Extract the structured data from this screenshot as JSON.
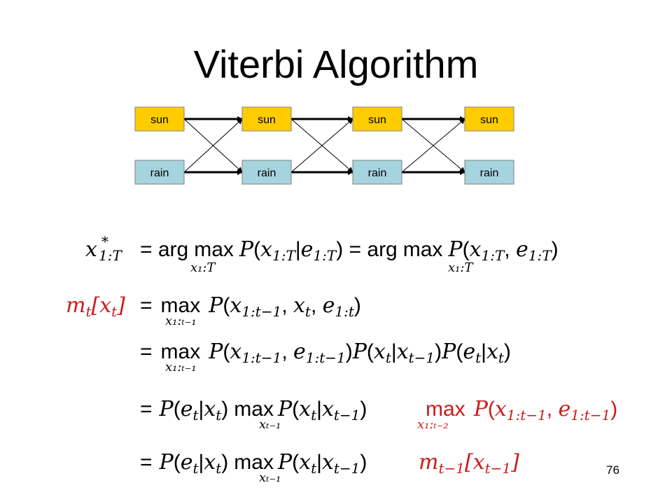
{
  "slide": {
    "title": "Viterbi Algorithm",
    "page_number": "76",
    "colors": {
      "sun_fill": "#ffcc00",
      "rain_fill": "#a5d4df",
      "highlight_red": "#cc1b1b"
    }
  },
  "trellis": {
    "states": [
      "sun",
      "rain"
    ],
    "columns": 4,
    "labels": {
      "sun": "sun",
      "rain": "rain"
    }
  },
  "equations": {
    "line1": {
      "lhs": "x*₁:T",
      "text1": "= arg max P(x₁:T|e₁:T) = arg max P(x₁:T, e₁:T)",
      "sub": "x₁:T"
    },
    "line2": {
      "lhs": "mₜ[xₜ]",
      "rhs": "= max P(x₁:ₜ₋₁, xₜ, e₁:ₜ)",
      "sub": "x₁:ₜ₋₁"
    },
    "line3": {
      "rhs": "= max P(x₁:ₜ₋₁, e₁:ₜ₋₁)P(xₜ|xₜ₋₁)P(eₜ|xₜ)",
      "sub": "x₁:ₜ₋₁"
    },
    "line4": {
      "rhs_black": "= P(eₜ|xₜ) max P(xₜ|xₜ₋₁)",
      "rhs_red": "max P(x₁:ₜ₋₁, e₁:ₜ₋₁)",
      "sub_black": "xₜ₋₁",
      "sub_red": "x₁:ₜ₋₂"
    },
    "line5": {
      "rhs_black": "= P(eₜ|xₜ) max P(xₜ|xₜ₋₁)",
      "rhs_red": "mₜ₋₁[xₜ₋₁]",
      "sub": "xₜ₋₁"
    }
  }
}
